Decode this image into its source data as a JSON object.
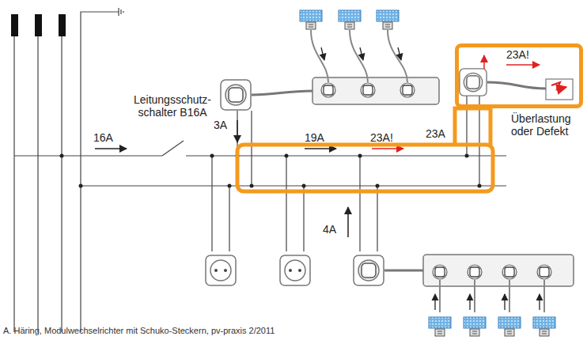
{
  "diagram": {
    "caption": "A. Häring, Modulwechselrichter mit Schuko-Steckern, pv-praxis 2/2011",
    "nodes": [
      {
        "text": [
          "23A!"
        ]
      }
    ],
    "labels": [
      "16A",
      "Leitungsschutz- schalter B16A",
      "3A",
      "19A",
      "23A!",
      "23A",
      "Überlastung oder Defekt",
      "4A"
    ]
  }
}
